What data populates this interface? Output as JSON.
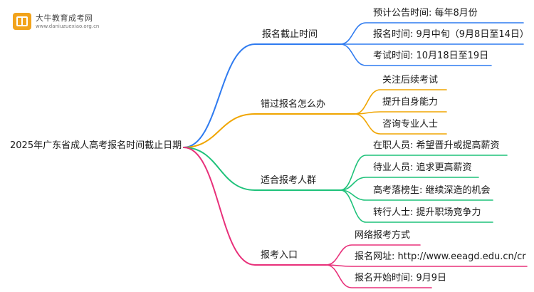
{
  "logo": {
    "name": "大牛教育成考网",
    "url": "www.daniuzuexiao.org.cn"
  },
  "root": {
    "label": "2025年广东省成人高考报名时间截止日期"
  },
  "branches": [
    {
      "label": "报名截止时间",
      "color": "#2f7bf0",
      "children": [
        "预计公告时间: 每年8月份",
        "报名时间: 9月中旬（9月8日至14日）",
        "考试时间: 10月18日至19日"
      ]
    },
    {
      "label": "错过报名怎么办",
      "color": "#f0a500",
      "children": [
        "关注后续考试",
        "提升自身能力",
        "咨询专业人士"
      ]
    },
    {
      "label": "适合报考人群",
      "color": "#1ec27a",
      "children": [
        "在职人员: 希望晋升或提高薪资",
        "待业人员: 追求更高薪资",
        "高考落榜生: 继续深造的机会",
        "转行人士: 提升职场竞争力"
      ]
    },
    {
      "label": "报考入口",
      "color": "#e8307a",
      "children": [
        "网络报考方式",
        "报名网址: http://www.eeagd.edu.cn/cr",
        "报名开始时间: 9月9日"
      ]
    }
  ]
}
